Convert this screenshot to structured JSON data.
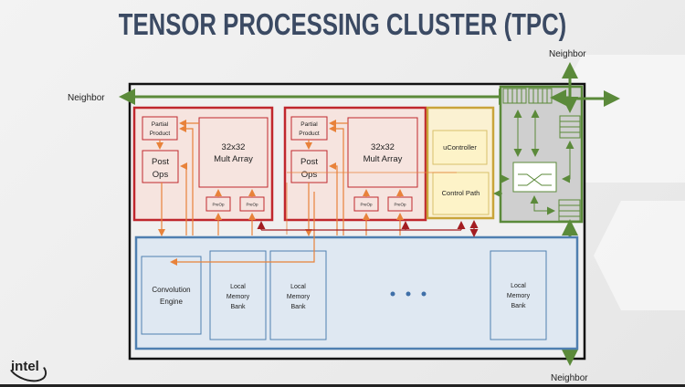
{
  "title": "TENSOR PROCESSING CLUSTER (TPC)",
  "neighbors": {
    "left": "Neighbor",
    "top": "Neighbor",
    "bottom": "Neighbor"
  },
  "compute_units": [
    {
      "partial_product": [
        "Partial",
        "Product"
      ],
      "post_ops": [
        "Post",
        "Ops"
      ],
      "mult_array": [
        "32x32",
        "Mult Array"
      ],
      "preops": [
        "PreOp",
        "PreOp"
      ]
    },
    {
      "partial_product": [
        "Partial",
        "Product"
      ],
      "post_ops": [
        "Post",
        "Ops"
      ],
      "mult_array": [
        "32x32",
        "Mult Array"
      ],
      "preops": [
        "PreOp",
        "PreOp"
      ]
    }
  ],
  "control": {
    "ucontroller": "uController",
    "control_path": "Control Path"
  },
  "memory": {
    "convolution_engine": [
      "Convolution",
      "Engine"
    ],
    "local_memory_bank": [
      "Local",
      "Memory",
      "Bank"
    ],
    "ellipsis": "• • •"
  },
  "logo": "intel",
  "colors": {
    "title": "#3b4a63",
    "compute_border": "#c0272d",
    "compute_fill": "#f6e4df",
    "control_border": "#c9a43a",
    "control_fill": "#fbf1d2",
    "router_border": "#5b8a3a",
    "router_fill": "#cfcfcf",
    "memory_border": "#4f7fb0",
    "memory_fill": "#dfe8f2",
    "arrow_orange": "#e8823a",
    "arrow_red": "#a31d22",
    "arrow_green": "#5b8a3a"
  }
}
